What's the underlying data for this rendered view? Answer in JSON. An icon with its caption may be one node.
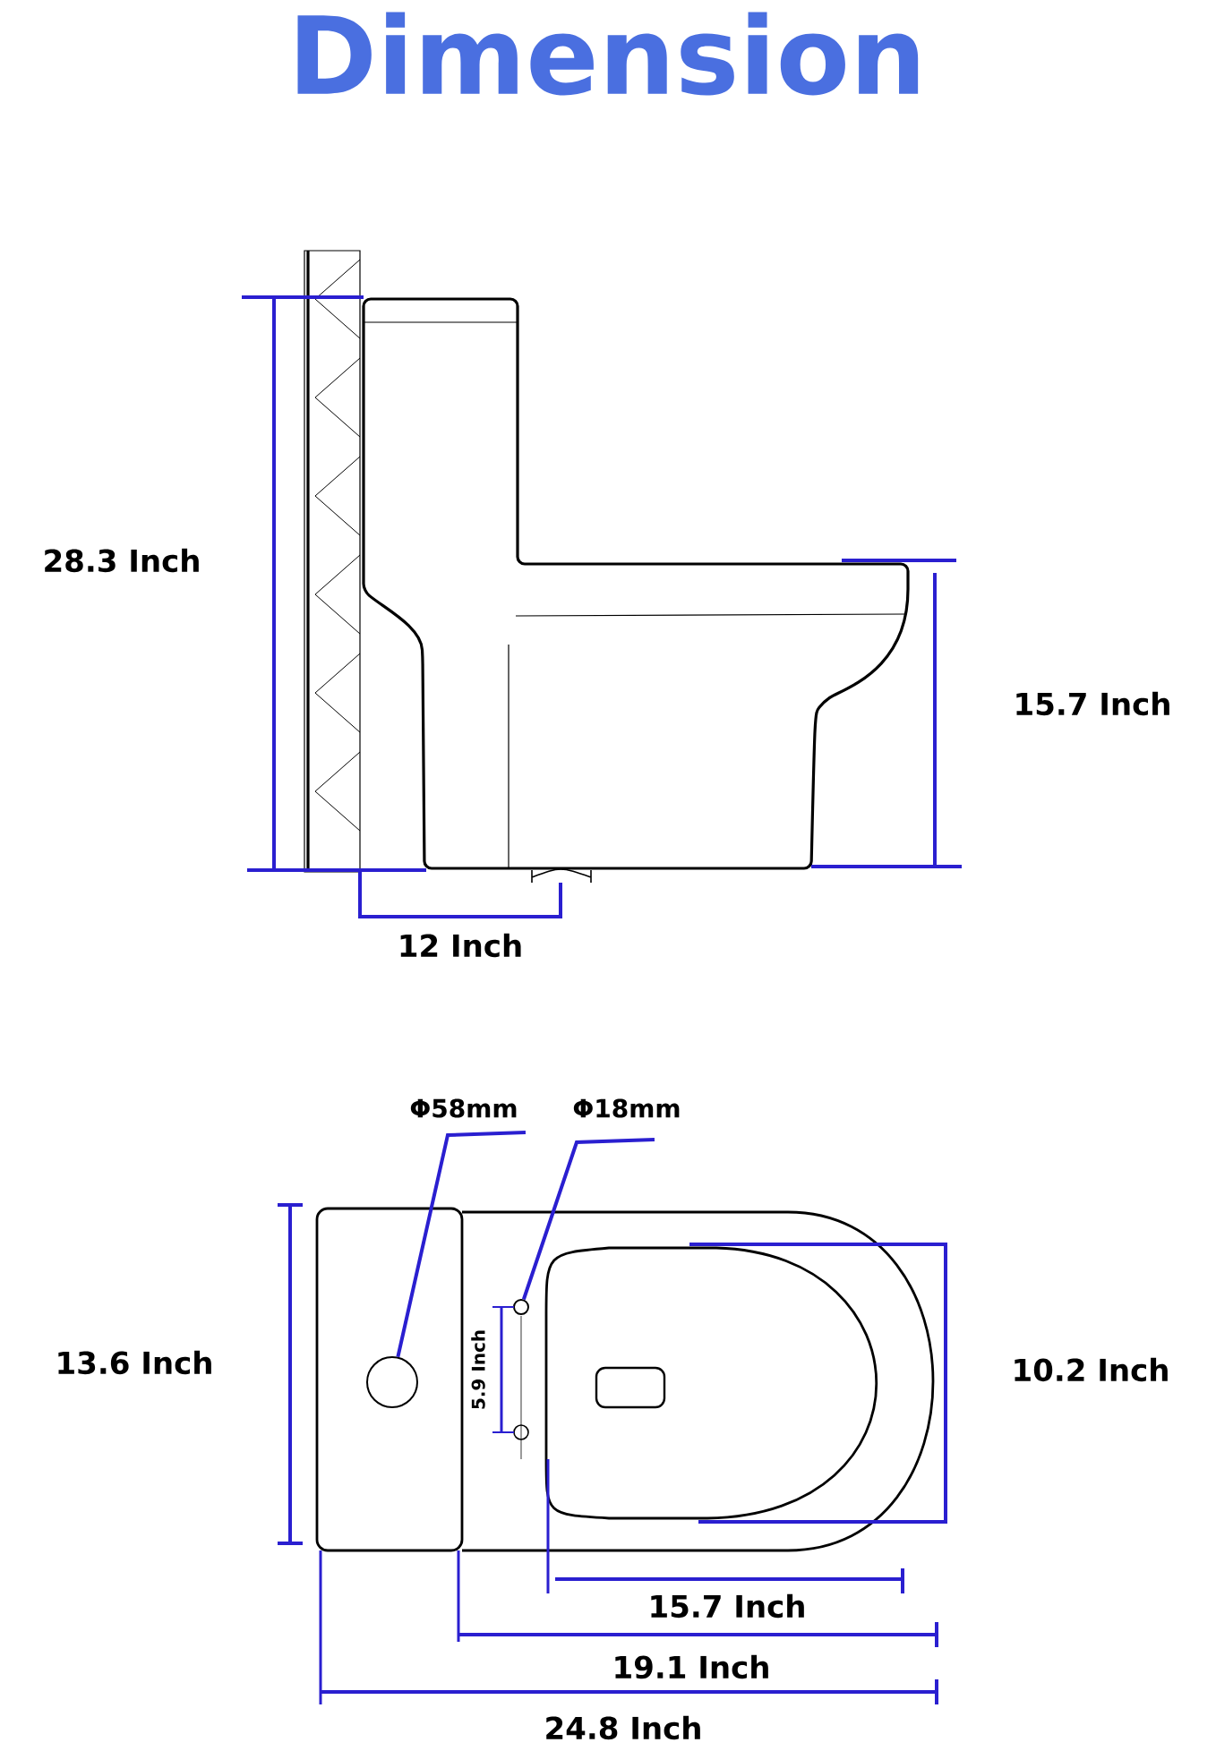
{
  "diagram": {
    "title": "Dimension",
    "nodes": [
      {
        "text": [
          "Φ58mm"
        ]
      },
      {
        "text": [
          "Φ18mm"
        ]
      },
      {
        "text": [],
        "shape": "circle"
      },
      {
        "text": [],
        "shape": "circle"
      }
    ],
    "edges": [
      {
        "from": 0,
        "to": 2,
        "arrow": "none"
      },
      {
        "from": 1,
        "to": 3,
        "arrow": "none"
      }
    ],
    "labels": [
      "28.3 Inch",
      "15.7 Inch",
      "12 Inch",
      "5.9 Inch",
      "13.6 Inch",
      "10.2 Inch",
      "15.7 Inch",
      "19.1 Inch",
      "24.8 Inch"
    ]
  }
}
